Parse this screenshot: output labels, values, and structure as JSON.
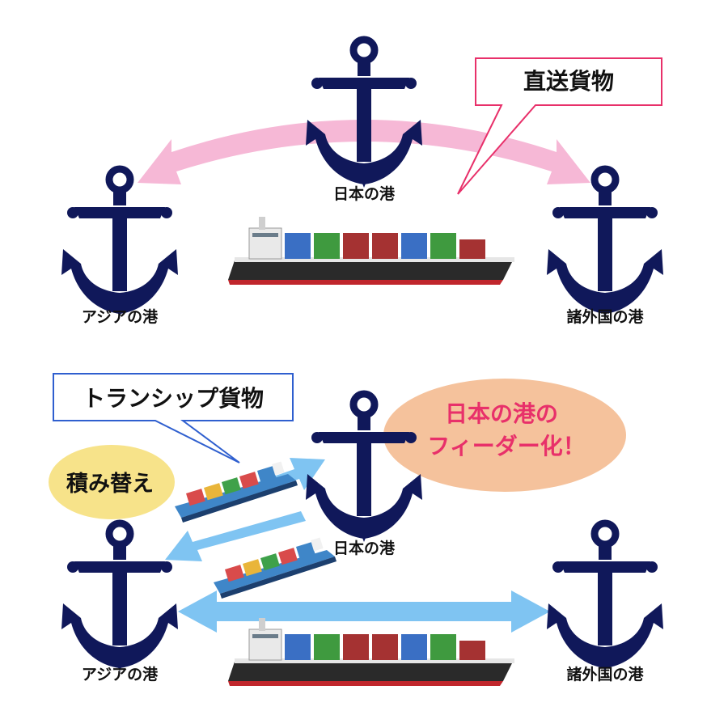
{
  "colors": {
    "anchor": "#10185a",
    "arrow_pink": "#f6b8d6",
    "arrow_blue": "#7fc4f2",
    "callout_pink": "#e8306a",
    "callout_blue": "#2f5fcf",
    "bubble_yellow": "#f7e38a",
    "bubble_peach": "#f5c29c",
    "feeder_text": "#e8306a"
  },
  "top": {
    "port_japan": "日本の港",
    "port_asia": "アジアの港",
    "port_foreign": "諸外国の港",
    "callout": "直送貨物"
  },
  "bottom": {
    "port_japan": "日本の港",
    "port_asia": "アジアの港",
    "port_foreign": "諸外国の港",
    "callout": "トランシップ貨物",
    "transship_bubble": "積み替え",
    "feeder_line1": "日本の港の",
    "feeder_line2": "フィーダー化！"
  },
  "icons": [
    "anchor-icon",
    "container-ship-icon",
    "feeder-ship-icon"
  ]
}
